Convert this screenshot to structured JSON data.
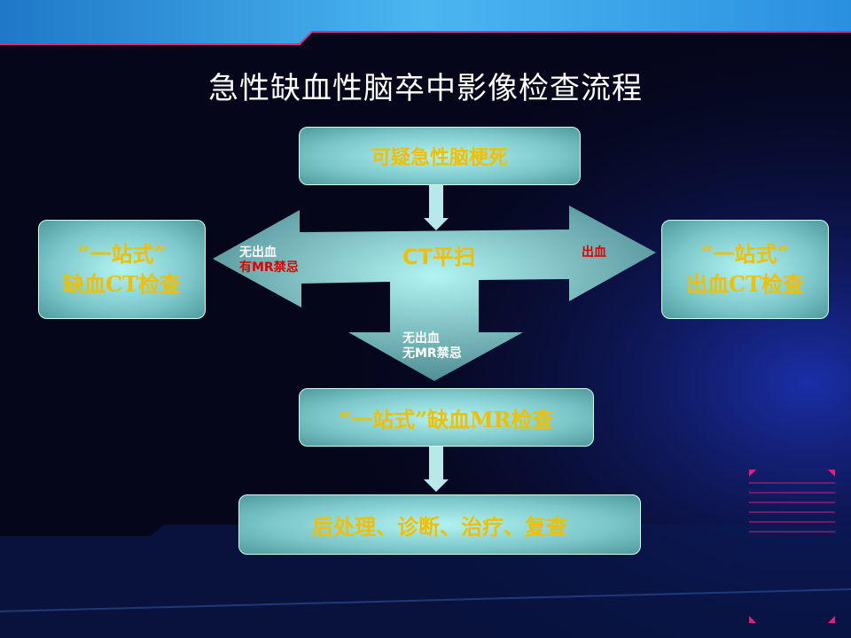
{
  "title": "急性缺血性脑卒中影像检查流程",
  "nodes": {
    "start": "可疑急性脑梗死",
    "ct": "CT平扫",
    "left_line1": "“一站式”",
    "left_line2": "缺血CT检查",
    "right_line1": "“一站式”",
    "right_line2": "出血CT检查",
    "mr": "“一站式”缺血MR检查",
    "final": "后处理、诊断、治疗、复查"
  },
  "labels": {
    "left_1": "无出血",
    "left_2": "有MR禁忌",
    "right": "出血",
    "down_1": "无出血",
    "down_2": "无MR禁忌"
  },
  "colors": {
    "box_text": "#f0c000",
    "warn": "#e00000",
    "accent": "#e0207a"
  }
}
